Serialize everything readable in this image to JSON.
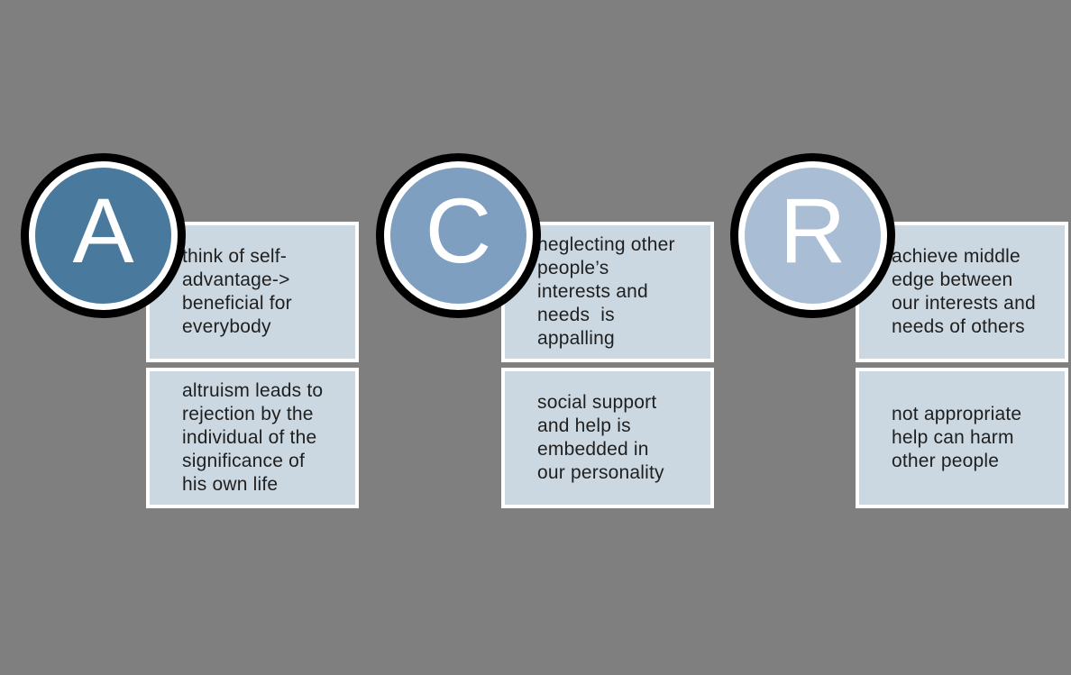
{
  "canvas": {
    "background_color": "#7f7f7f",
    "box_fill_color": "#ccd8e1",
    "box_border_color": "#ffffff",
    "text_color": "#1f1f1f",
    "letter_color": "#ffffff",
    "ring_color": "#000000"
  },
  "diagram": {
    "type": "lettered-accent-list",
    "columns": [
      {
        "letter": "A",
        "circle_color": "#497a9d",
        "boxes": [
          "think of self-\nadvantage->\nbeneficial for\neverybody",
          "altruism leads to\nrejection by the\nindividual of the\nsignificance of\nhis own life"
        ]
      },
      {
        "letter": "C",
        "circle_color": "#7e9fbf",
        "boxes": [
          "neglecting other\npeople’s\ninterests and\nneeds  is\nappalling",
          "social support\nand help is\nembedded in\nour personality"
        ]
      },
      {
        "letter": "R",
        "circle_color": "#a9bed4",
        "boxes": [
          "achieve middle\nedge between\nour interests and\nneeds of others",
          "not appropriate\nhelp can harm\nother people"
        ]
      }
    ]
  }
}
